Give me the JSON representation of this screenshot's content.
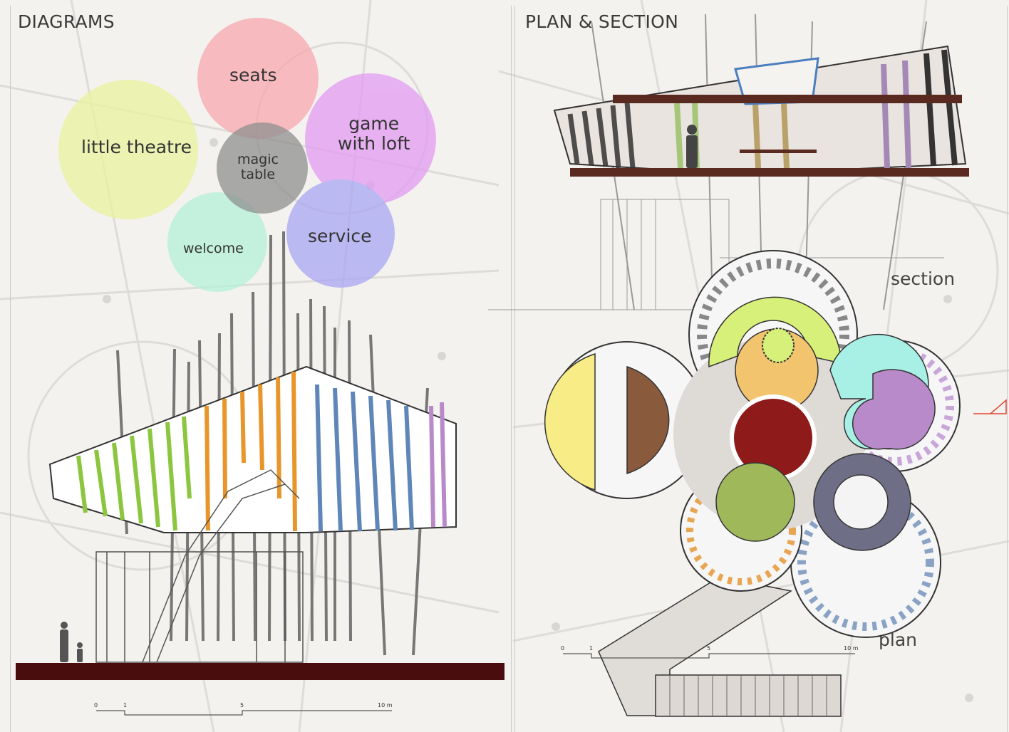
{
  "panels": {
    "left_title": "DIAGRAMS",
    "right_title": "PLAN & SECTION"
  },
  "diagram": {
    "petals": [
      {
        "label": "seats",
        "color": "#f7a8b0"
      },
      {
        "label": "game\nwith loft",
        "color": "#e39cf2"
      },
      {
        "label": "service",
        "color": "#a9a6f3"
      },
      {
        "label": "welcome",
        "color": "#b4f1d8"
      },
      {
        "label": "little theatre",
        "color": "#e9f39e"
      }
    ],
    "center": {
      "label": "magic\ntable",
      "color": "#8f8f8f"
    }
  },
  "labels": {
    "section": "section",
    "plan": "plan"
  },
  "scales": {
    "left": [
      "0",
      "1",
      "5",
      "10 m"
    ],
    "right": [
      "0",
      "1",
      "5",
      "10 m"
    ]
  },
  "colors": {
    "ground": "#4a0d0d",
    "green": "#8cc63f",
    "orange": "#e8962a",
    "blue": "#5f86b8",
    "purple": "#b98ac9",
    "brown": "#8a5a3c",
    "dark_red": "#8e1a1a",
    "yellow": "#f7ec86",
    "lime": "#d6f07a",
    "peach": "#f3c46e",
    "olive": "#9fb85a",
    "slate": "#6e6f86",
    "cyan": "#a8efe6"
  }
}
